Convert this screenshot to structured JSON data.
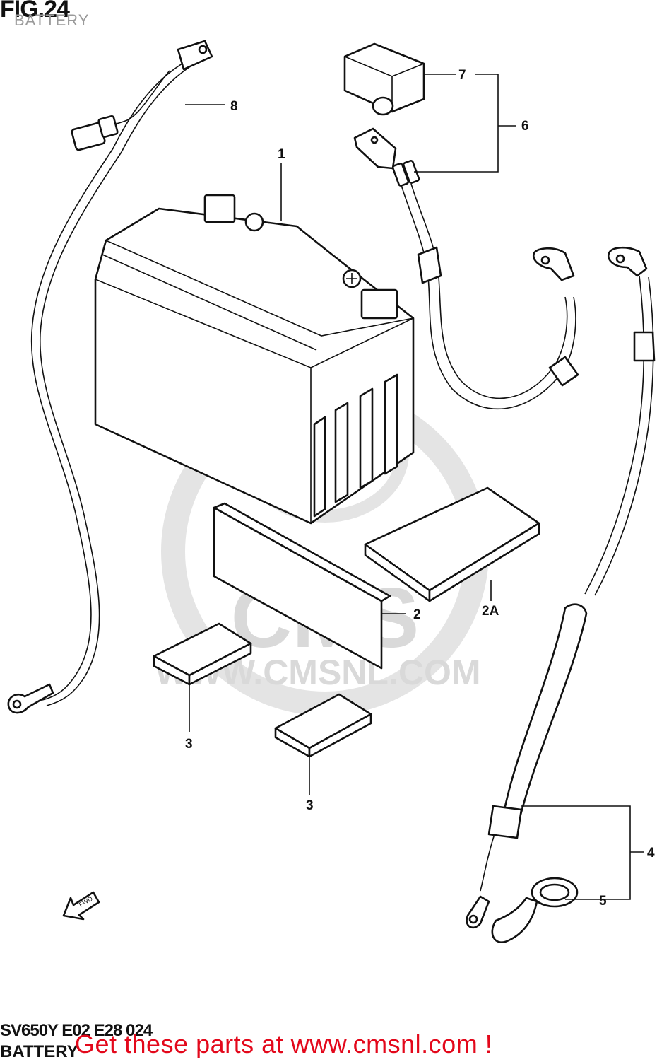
{
  "header": {
    "title": "FIG.24",
    "subtitle": "BATTERY"
  },
  "callouts": {
    "c1": "1",
    "c2": "2",
    "c2a": "2A",
    "c3a": "3",
    "c3b": "3",
    "c4": "4",
    "c5": "5",
    "c6": "6",
    "c7": "7",
    "c8": "8"
  },
  "fwd_label": "FWD",
  "watermark": {
    "brand": "CMS",
    "url": "WWW.CMSNL.COM"
  },
  "footer": {
    "model_code": "SV650Y E02 E28 024",
    "section": "BATTERY",
    "promo": "Get these parts at www.cmsnl.com !"
  },
  "colors": {
    "promo": "#e3081b",
    "line": "#111111",
    "watermark": "#d9d9d9"
  }
}
